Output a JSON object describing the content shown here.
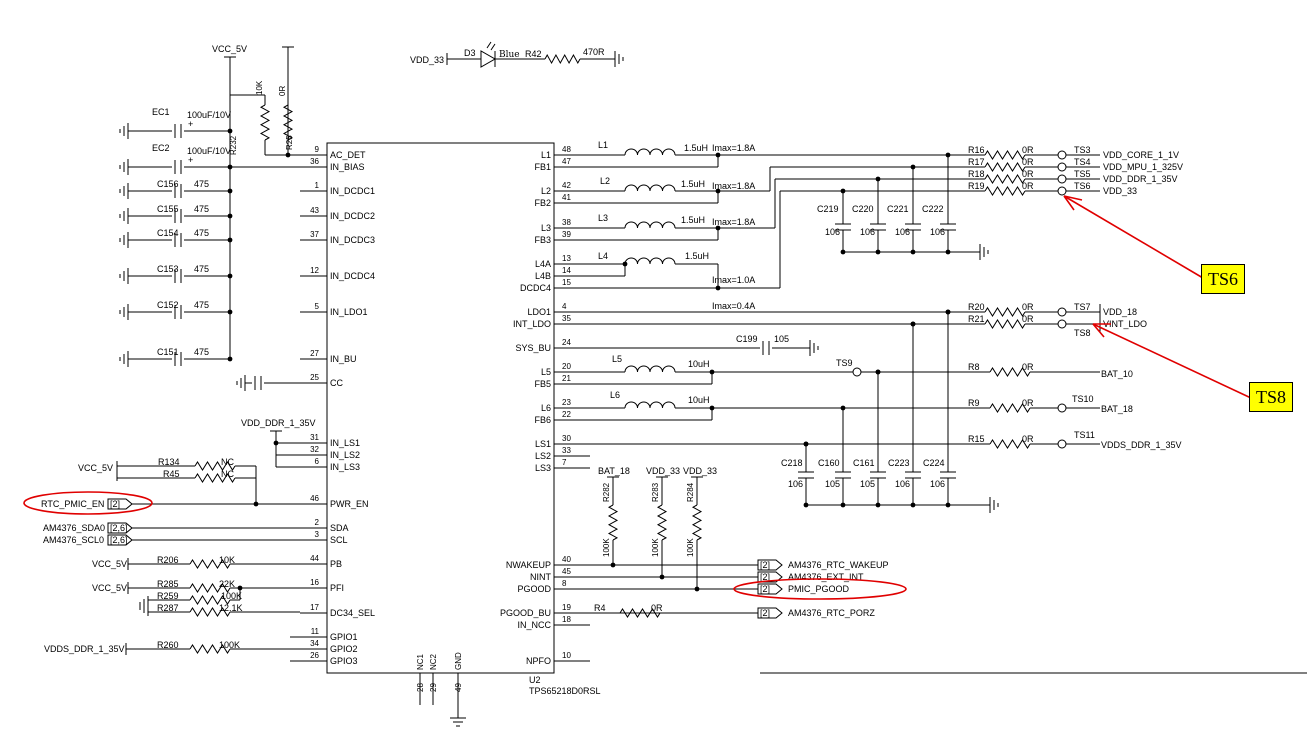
{
  "ic": {
    "ref": "U2",
    "part": "TPS65218D0RSL",
    "left_pins": [
      {
        "num": "9",
        "name": "AC_DET"
      },
      {
        "num": "36",
        "name": "IN_BIAS"
      },
      {
        "num": "1",
        "name": "IN_DCDC1"
      },
      {
        "num": "43",
        "name": "IN_DCDC2"
      },
      {
        "num": "37",
        "name": "IN_DCDC3"
      },
      {
        "num": "12",
        "name": "IN_DCDC4"
      },
      {
        "num": "5",
        "name": "IN_LDO1"
      },
      {
        "num": "27",
        "name": "IN_BU"
      },
      {
        "num": "25",
        "name": "CC"
      },
      {
        "num": "31",
        "name": "IN_LS1"
      },
      {
        "num": "32",
        "name": "IN_LS2"
      },
      {
        "num": "6",
        "name": "IN_LS3"
      },
      {
        "num": "46",
        "name": "PWR_EN"
      },
      {
        "num": "2",
        "name": "SDA"
      },
      {
        "num": "3",
        "name": "SCL"
      },
      {
        "num": "44",
        "name": "PB"
      },
      {
        "num": "16",
        "name": "PFI"
      },
      {
        "num": "17",
        "name": "DC34_SEL"
      },
      {
        "num": "11",
        "name": "GPIO1"
      },
      {
        "num": "34",
        "name": "GPIO2"
      },
      {
        "num": "26",
        "name": "GPIO3"
      }
    ],
    "right_pins": [
      {
        "num": "48",
        "name": "L1"
      },
      {
        "num": "47",
        "name": "FB1"
      },
      {
        "num": "42",
        "name": "L2"
      },
      {
        "num": "41",
        "name": "FB2"
      },
      {
        "num": "38",
        "name": "L3"
      },
      {
        "num": "39",
        "name": "FB3"
      },
      {
        "num": "13",
        "name": "L4A"
      },
      {
        "num": "14",
        "name": "L4B"
      },
      {
        "num": "15",
        "name": "DCDC4"
      },
      {
        "num": "4",
        "name": "LDO1"
      },
      {
        "num": "35",
        "name": "INT_LDO"
      },
      {
        "num": "24",
        "name": "SYS_BU"
      },
      {
        "num": "20",
        "name": "L5"
      },
      {
        "num": "21",
        "name": "FB5"
      },
      {
        "num": "23",
        "name": "L6"
      },
      {
        "num": "22",
        "name": "FB6"
      },
      {
        "num": "30",
        "name": "LS1"
      },
      {
        "num": "33",
        "name": "LS2"
      },
      {
        "num": "7",
        "name": "LS3"
      },
      {
        "num": "40",
        "name": "NWAKEUP"
      },
      {
        "num": "45",
        "name": "NINT"
      },
      {
        "num": "8",
        "name": "PGOOD"
      },
      {
        "num": "19",
        "name": "PGOOD_BU"
      },
      {
        "num": "18",
        "name": "IN_NCC"
      },
      {
        "num": "10",
        "name": "NPFO"
      }
    ],
    "bottom_pins": [
      {
        "num": "28",
        "name": "NC1"
      },
      {
        "num": "29",
        "name": "NC2"
      },
      {
        "num": "49",
        "name": "GND"
      }
    ]
  },
  "led": {
    "rail": "VDD_33",
    "ref": "D3",
    "color": "Blue",
    "res_ref": "R42",
    "res_value": "470R"
  },
  "inputs": {
    "vcc_5v": "VCC_5V",
    "r232": "R232",
    "r232_value": "10K",
    "r25": "R25",
    "r25_value": "0R",
    "ec1": "EC1",
    "ec1_value": "100uF/10V",
    "ec2": "EC2",
    "ec2_value": "100uF/10V",
    "plus": "+",
    "caps": [
      {
        "ref": "C156",
        "value": "475"
      },
      {
        "ref": "C155",
        "value": "475"
      },
      {
        "ref": "C154",
        "value": "475"
      },
      {
        "ref": "C153",
        "value": "475"
      },
      {
        "ref": "C152",
        "value": "475"
      },
      {
        "ref": "C151",
        "value": "475"
      }
    ],
    "vdd_ddr": "VDD_DDR_1_35V",
    "pwr_en": {
      "vcc": "VCC_5V",
      "r134": "R134",
      "r134_value": "NC",
      "r45": "R45",
      "r45_value": "NC",
      "net": "RTC_PMIC_EN",
      "sheet": "[2]"
    },
    "sda": {
      "net": "AM4376_SDA0",
      "sheet": "[2,6]"
    },
    "scl": {
      "net": "AM4376_SCL0",
      "sheet": "[2,6]"
    },
    "pb": {
      "vcc": "VCC_5V",
      "ref": "R206",
      "value": "10K"
    },
    "pfi": {
      "vcc": "VCC_5V",
      "r285": "R285",
      "r285_value": "22K",
      "r259": "R259",
      "r259_value": "100K",
      "r287": "R287",
      "r287_value": "12.1K"
    },
    "gpio": {
      "net": "VDDS_DDR_1_35V",
      "ref": "R260",
      "value": "100K"
    }
  },
  "bucks": {
    "l1": {
      "ref": "L1",
      "value": "1.5uH",
      "imax": "Imax=1.8A"
    },
    "l2": {
      "ref": "L2",
      "value": "1.5uH",
      "imax": "Imax=1.8A"
    },
    "l3": {
      "ref": "L3",
      "value": "1.5uH",
      "imax": "Imax=1.8A"
    },
    "l4": {
      "ref": "L4",
      "value": "1.5uH",
      "imax": "Imax=1.0A"
    },
    "caps": [
      {
        "ref": "C219",
        "value": "106"
      },
      {
        "ref": "C220",
        "value": "106"
      },
      {
        "ref": "C221",
        "value": "106"
      },
      {
        "ref": "C222",
        "value": "106"
      }
    ],
    "rails": [
      {
        "res": "R16",
        "value": "0R",
        "tp": "TS3",
        "net": "VDD_CORE_1_1V"
      },
      {
        "res": "R17",
        "value": "0R",
        "tp": "TS4",
        "net": "VDD_MPU_1_325V"
      },
      {
        "res": "R18",
        "value": "0R",
        "tp": "TS5",
        "net": "VDD_DDR_1_35V"
      },
      {
        "res": "R19",
        "value": "0R",
        "tp": "TS6",
        "net": "VDD_33"
      }
    ]
  },
  "ldo": {
    "imax": "Imax=0.4A",
    "rails": [
      {
        "res": "R20",
        "value": "0R",
        "tp": "TS7",
        "net": "VDD_18"
      },
      {
        "res": "R21",
        "value": "0R",
        "tp": "TS8",
        "net": "VINT_LDO"
      }
    ],
    "c199": {
      "ref": "C199",
      "value": "105"
    }
  },
  "bu": {
    "l5": {
      "ref": "L5",
      "value": "10uH"
    },
    "l6": {
      "ref": "L6",
      "value": "10uH"
    },
    "ts9": "TS9",
    "r8": {
      "ref": "R8",
      "value": "0R",
      "net": "BAT_10"
    },
    "r9": {
      "ref": "R9",
      "value": "0R",
      "tp": "TS10",
      "net": "BAT_18"
    },
    "r15": {
      "ref": "R15",
      "value": "0R",
      "tp": "TS11",
      "net": "VDDS_DDR_1_35V"
    },
    "caps": [
      {
        "ref": "C218",
        "value": "106"
      },
      {
        "ref": "C160",
        "value": "105"
      },
      {
        "ref": "C161",
        "value": "105"
      },
      {
        "ref": "C223",
        "value": "106"
      },
      {
        "ref": "C224",
        "value": "106"
      }
    ]
  },
  "status": {
    "pullups": [
      {
        "rail": "BAT_18",
        "ref": "R282",
        "value": "100K"
      },
      {
        "rail": "VDD_33",
        "ref": "R283",
        "value": "100K"
      },
      {
        "rail": "VDD_33",
        "ref": "R284",
        "value": "100K"
      }
    ],
    "outputs": [
      {
        "net": "AM4376_RTC_WAKEUP",
        "sheet": "[2]"
      },
      {
        "net": "AM4376_EXT_INT",
        "sheet": "[2]"
      },
      {
        "net": "PMIC_PGOOD",
        "sheet": "[2]"
      },
      {
        "net": "AM4376_RTC_PORZ",
        "sheet": "[2]"
      }
    ],
    "r4": {
      "ref": "R4",
      "value": "0R"
    }
  },
  "callouts": [
    {
      "label": "TS6"
    },
    {
      "label": "TS8"
    }
  ],
  "colors": {
    "wire": "#000000",
    "annotation": "#e00000",
    "callout_bg": "#ffff00"
  }
}
